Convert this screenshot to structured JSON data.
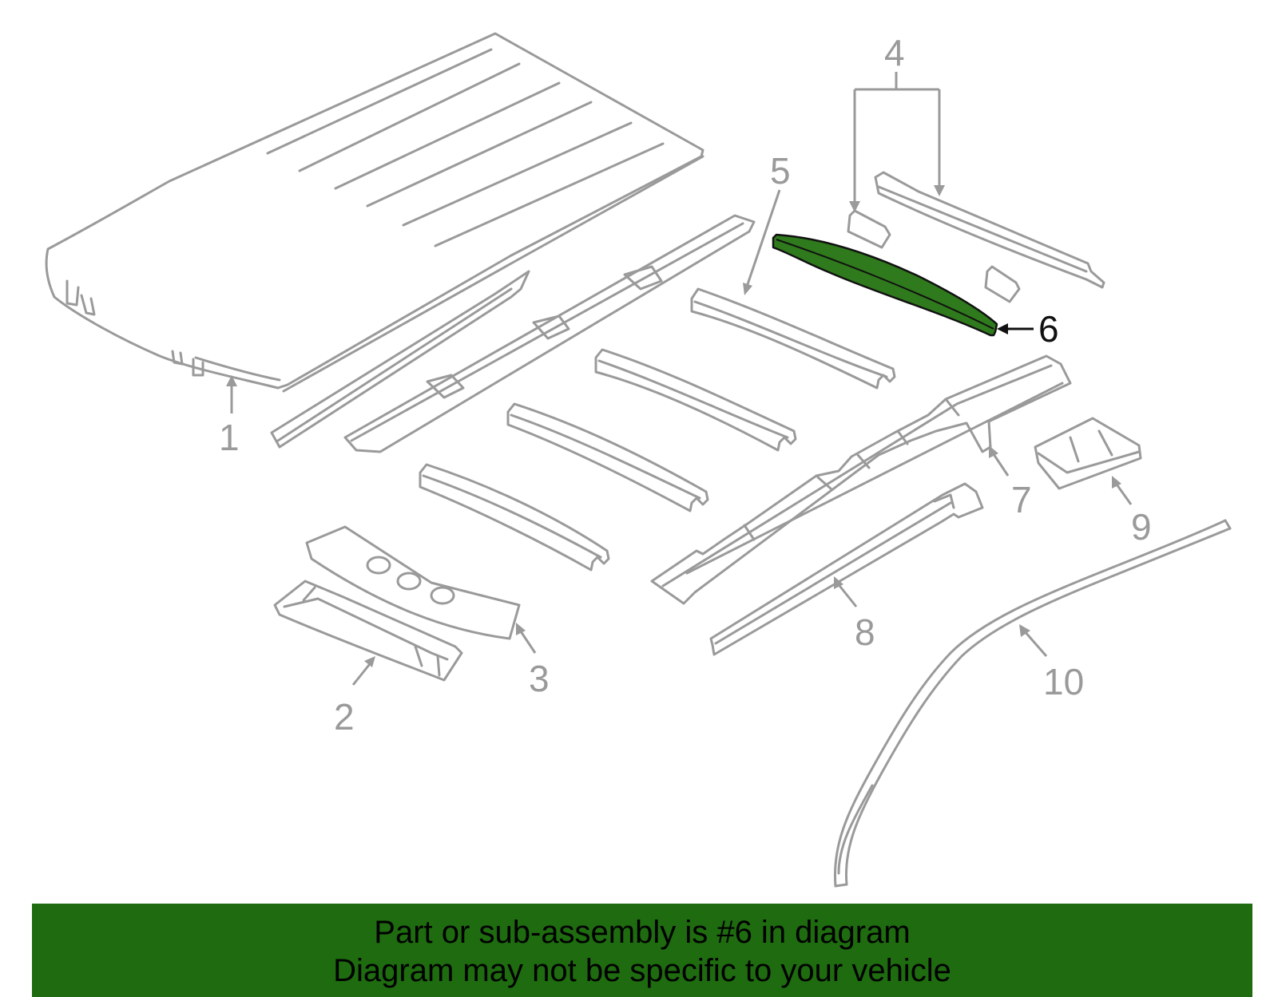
{
  "diagram": {
    "highlight_color": "#2f7a1c",
    "callouts": {
      "c1": "1",
      "c2": "2",
      "c3": "3",
      "c4": "4",
      "c5": "5",
      "c6": "6",
      "c7": "7",
      "c8": "8",
      "c9": "9",
      "c10": "10"
    }
  },
  "banner": {
    "line1": "Part or sub-assembly is #6 in diagram",
    "line2": "Diagram may not be specific to your vehicle",
    "color": "#1e6b10"
  }
}
